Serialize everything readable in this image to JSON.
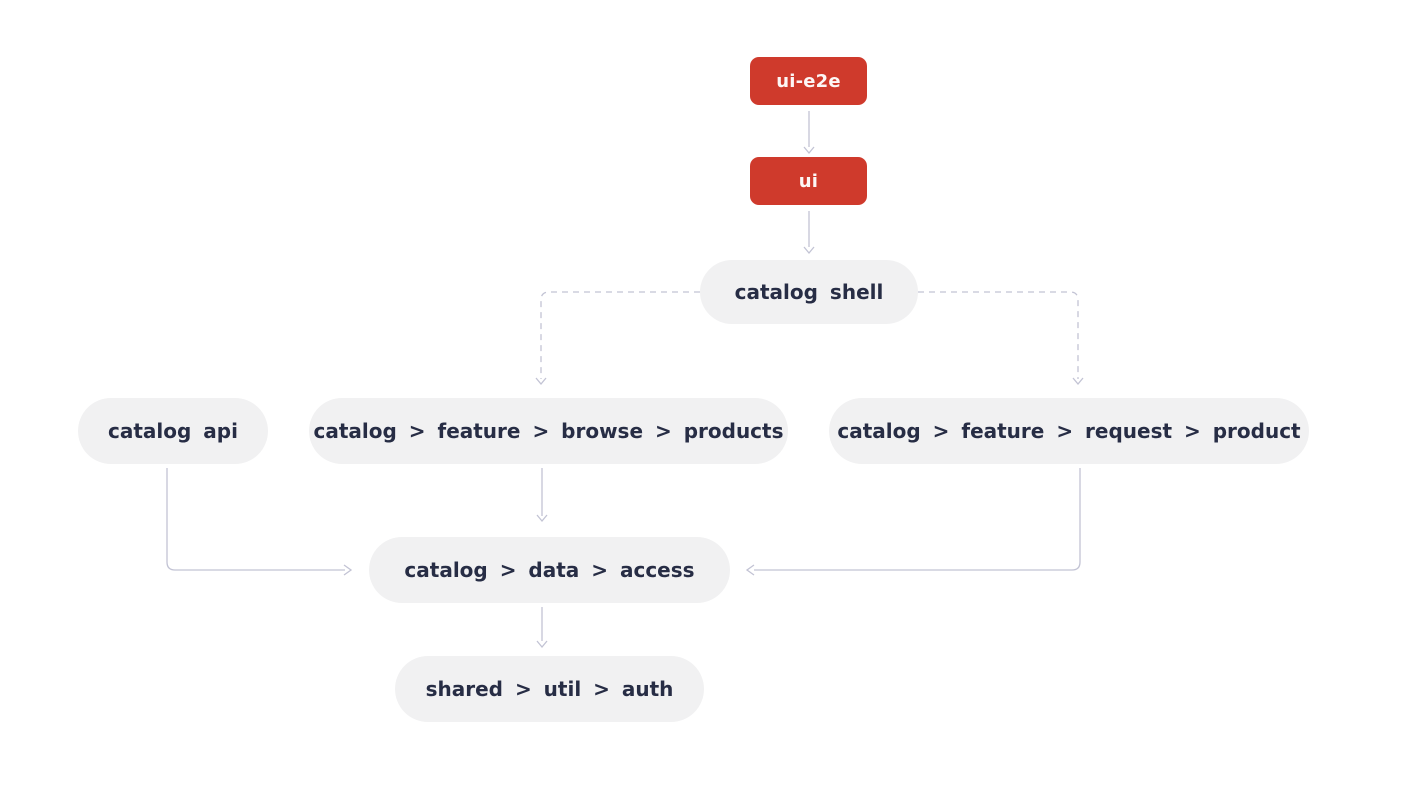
{
  "diagram": {
    "colors": {
      "app_node_bg": "#cf3a2c",
      "app_node_text": "#fdf6f5",
      "lib_node_bg": "#f1f1f2",
      "lib_node_text": "#272d45",
      "edge": "#c2c3d4",
      "background": "#ffffff"
    },
    "nodes": [
      {
        "id": "ui-e2e",
        "label": "ui-e2e",
        "type": "app"
      },
      {
        "id": "ui",
        "label": "ui",
        "type": "app"
      },
      {
        "id": "catalog-shell",
        "label": "catalog shell",
        "type": "lib"
      },
      {
        "id": "catalog-api",
        "label": "catalog api",
        "type": "lib"
      },
      {
        "id": "catalog-feature-browse-products",
        "label": "catalog > feature > browse > products",
        "type": "lib"
      },
      {
        "id": "catalog-feature-request-product",
        "label": "catalog > feature > request > product",
        "type": "lib"
      },
      {
        "id": "catalog-data-access",
        "label": "catalog > data > access",
        "type": "lib"
      },
      {
        "id": "shared-util-auth",
        "label": "shared > util > auth",
        "type": "lib"
      }
    ],
    "edges": [
      {
        "from": "ui-e2e",
        "to": "ui",
        "style": "solid"
      },
      {
        "from": "ui",
        "to": "catalog-shell",
        "style": "solid"
      },
      {
        "from": "catalog-shell",
        "to": "catalog-feature-browse-products",
        "style": "dashed"
      },
      {
        "from": "catalog-shell",
        "to": "catalog-feature-request-product",
        "style": "dashed"
      },
      {
        "from": "catalog-feature-browse-products",
        "to": "catalog-data-access",
        "style": "solid"
      },
      {
        "from": "catalog-api",
        "to": "catalog-data-access",
        "style": "solid"
      },
      {
        "from": "catalog-feature-request-product",
        "to": "catalog-data-access",
        "style": "solid"
      },
      {
        "from": "catalog-data-access",
        "to": "shared-util-auth",
        "style": "solid"
      }
    ]
  }
}
